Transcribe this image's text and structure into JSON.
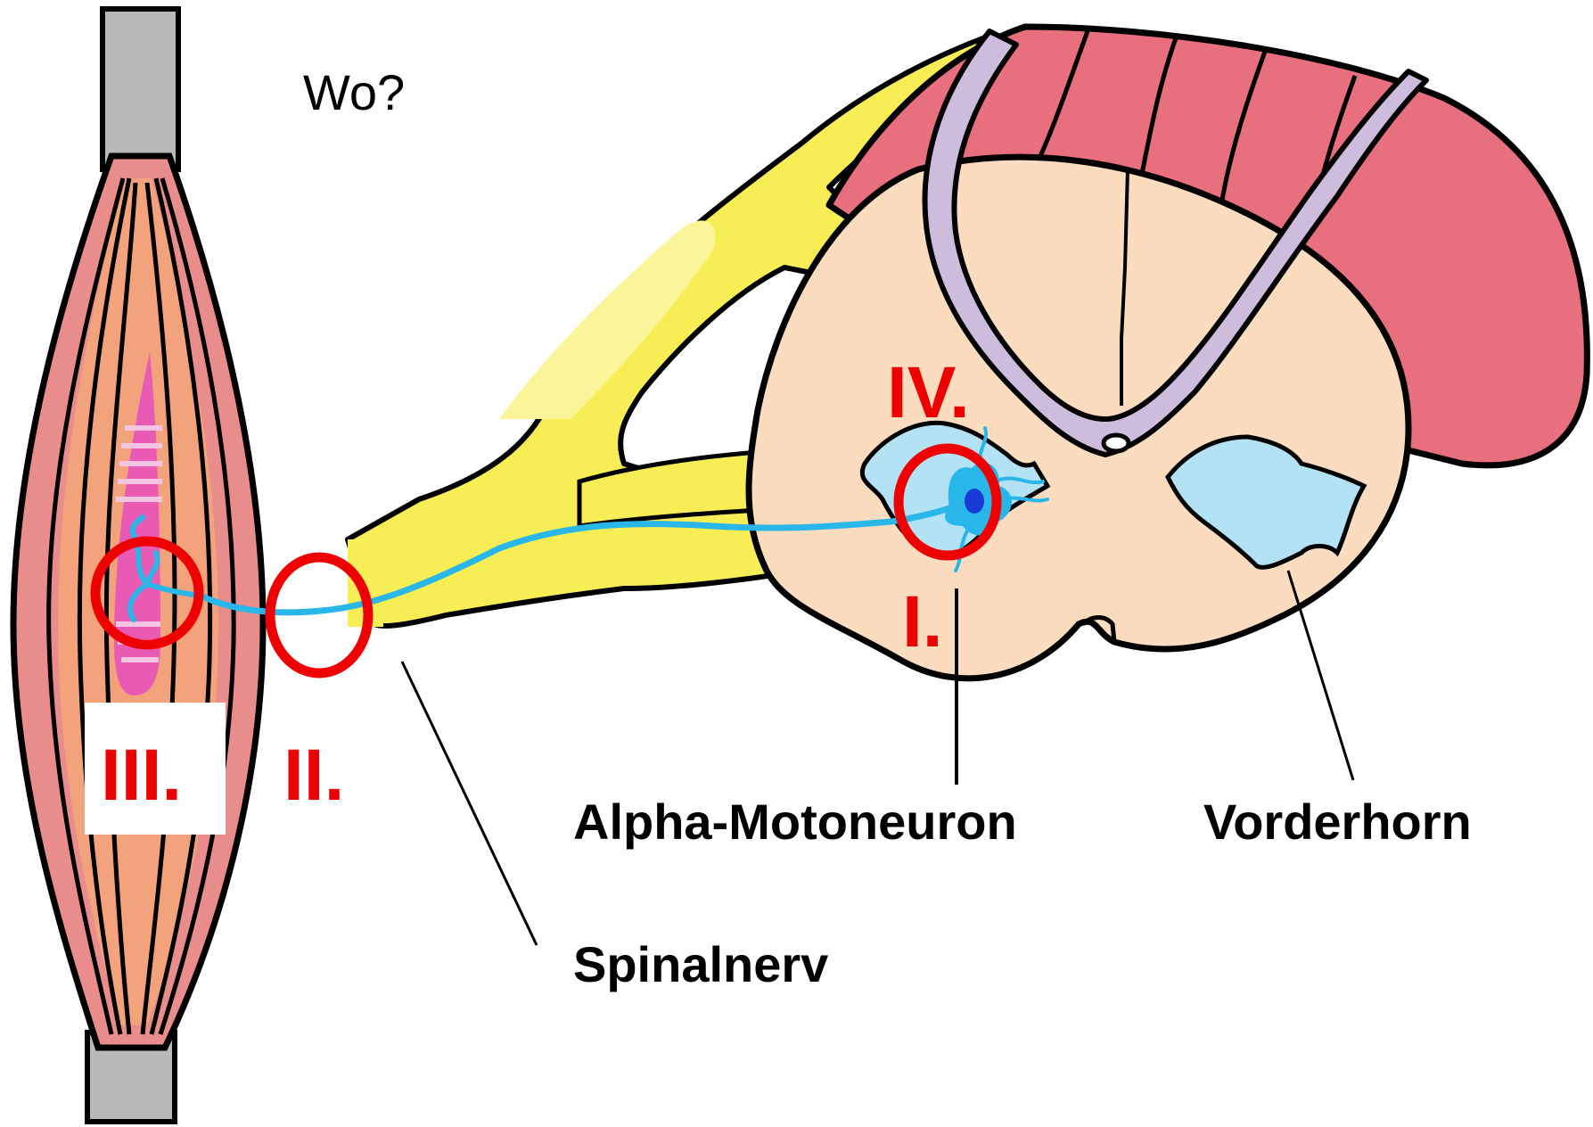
{
  "question": "Wo?",
  "markers": {
    "I": "I.",
    "II": "II.",
    "III": "III.",
    "IV": "IV."
  },
  "labels": {
    "alpha_motoneuron": "Alpha-Motoneuron",
    "vorderhorn": "Vorderhorn",
    "spinalnerv": "Spinalnerv"
  },
  "colors": {
    "marker_red": "#ee0000",
    "axon_blue": "#29b6e8",
    "nerve_yellow": "#f7ee55",
    "gray_matter_blue": "#b4e2f5",
    "white_matter": "#fbdcbf",
    "meninges_red": "#e86f7e",
    "meninges_purple": "#cdbcdc",
    "muscle_outer": "#e88a8a",
    "muscle_inner": "#f2a07a",
    "tendon_gray": "#b9b9b9"
  }
}
